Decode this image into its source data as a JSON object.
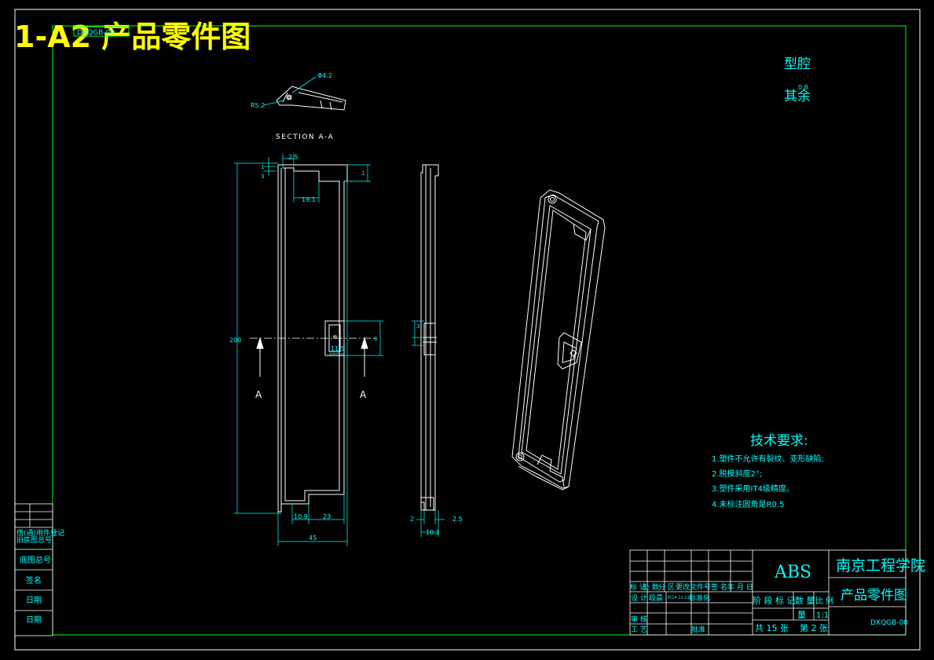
{
  "drawing": {
    "title": "1-A2 产品零件图",
    "code_small": "DXQGB-00",
    "section_label": "SECTION A-A",
    "cut_letter_left": "A",
    "cut_letter_right": "A",
    "top_right_line1": "型腔",
    "top_right_line2": "其余",
    "top_right_small": "0.8"
  },
  "dimensions": {
    "section_d1": "Φ4.2",
    "section_d2": "R5.2",
    "d_2_5_top": "2.5",
    "d_19_1": "19.1",
    "d_1": "1",
    "d_3": "3",
    "d_200": "200",
    "d_11_5": "11.5",
    "d_8": "8",
    "d_10_9": "10.9",
    "d_23": "23",
    "d_45": "45",
    "side_d3": "3",
    "side_d2": "2",
    "side_d2_5": "2.5",
    "side_d10_2": "10.2"
  },
  "tech": {
    "heading": "技术要求:",
    "items": [
      "1.塑件不允许有裂纹、变形缺陷;",
      "2.脱模斜度2°;",
      "3.塑件采用IT4级精度。",
      "4.未标注圆角是R0.5"
    ]
  },
  "left_table": {
    "rows": [
      "借(通)用件登记",
      "旧底图总号",
      "底图总号",
      "签名",
      "日期",
      "日期"
    ]
  },
  "title_block": {
    "material": "ABS",
    "school": "南京工程学院",
    "part_name": "产品零件图",
    "code": "DXQGB-00",
    "header_row": [
      "标 记",
      "处 数",
      "分 区",
      "更改文件号",
      "签 名",
      "年 月 日"
    ],
    "design_label": "设 计",
    "design_name": "段晨",
    "design_date": "2014.11.11",
    "standard_label": "标准化",
    "review_label": "审 核",
    "process_label": "工 艺",
    "approve_label": "批准",
    "stage_header": [
      "阶 段 标 记",
      "数 量",
      "比 例"
    ],
    "scale": "1:1",
    "quantity": "量",
    "total_sheets": "共 15 张",
    "sheet_no": "第 2 张"
  },
  "colors": {
    "frame": "#00ff00",
    "line": "#ffffff",
    "dim": "#00ffff",
    "title": "#ffff00"
  }
}
